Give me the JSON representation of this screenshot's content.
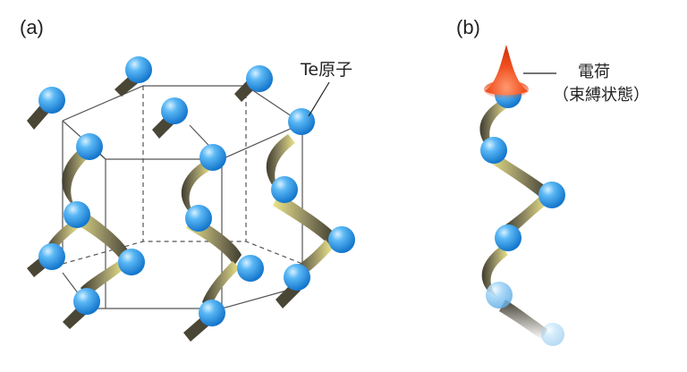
{
  "figure": {
    "panel_a_label": "(a)",
    "panel_b_label": "(b)",
    "atom_label": "Te原子",
    "charge_label_line1": "電荷",
    "charge_label_line2": "（束縛状態）"
  },
  "colors": {
    "atom": "#2f9be8",
    "atom_highlight": "#bfe6ff",
    "ribbon_light": "#e6e078",
    "ribbon_dark": "#4a4636",
    "frame": "#555555",
    "charge": "#f05020"
  },
  "icons": {
    "atom": "sphere-icon",
    "charge": "cone-icon"
  }
}
